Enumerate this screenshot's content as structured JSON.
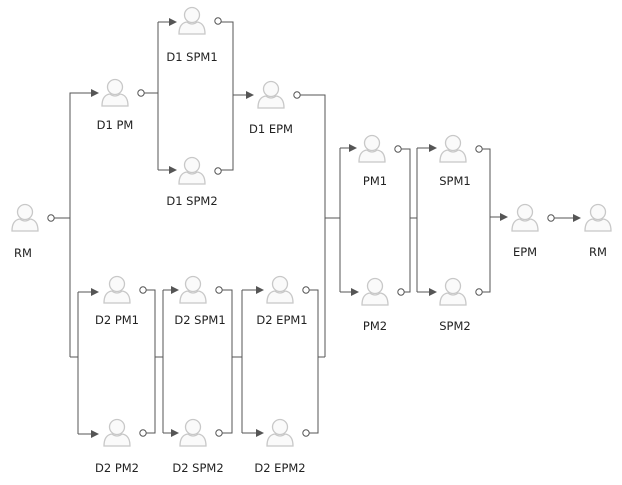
{
  "diagram": {
    "line_color": "#555555",
    "icon_color": "#c8c8c8",
    "nodes": {
      "rm_start": "RM",
      "d1_pm": "D1 PM",
      "d1_spm1": "D1 SPM1",
      "d1_spm2": "D1 SPM2",
      "d1_epm": "D1 EPM",
      "d2_pm1": "D2 PM1",
      "d2_pm2": "D2 PM2",
      "d2_spm1": "D2 SPM1",
      "d2_spm2": "D2 SPM2",
      "d2_epm1": "D2 EPM1",
      "d2_epm2": "D2 EPM2",
      "pm1": "PM1",
      "pm2": "PM2",
      "spm1": "SPM1",
      "spm2": "SPM2",
      "epm": "EPM",
      "rm_end": "RM"
    }
  }
}
